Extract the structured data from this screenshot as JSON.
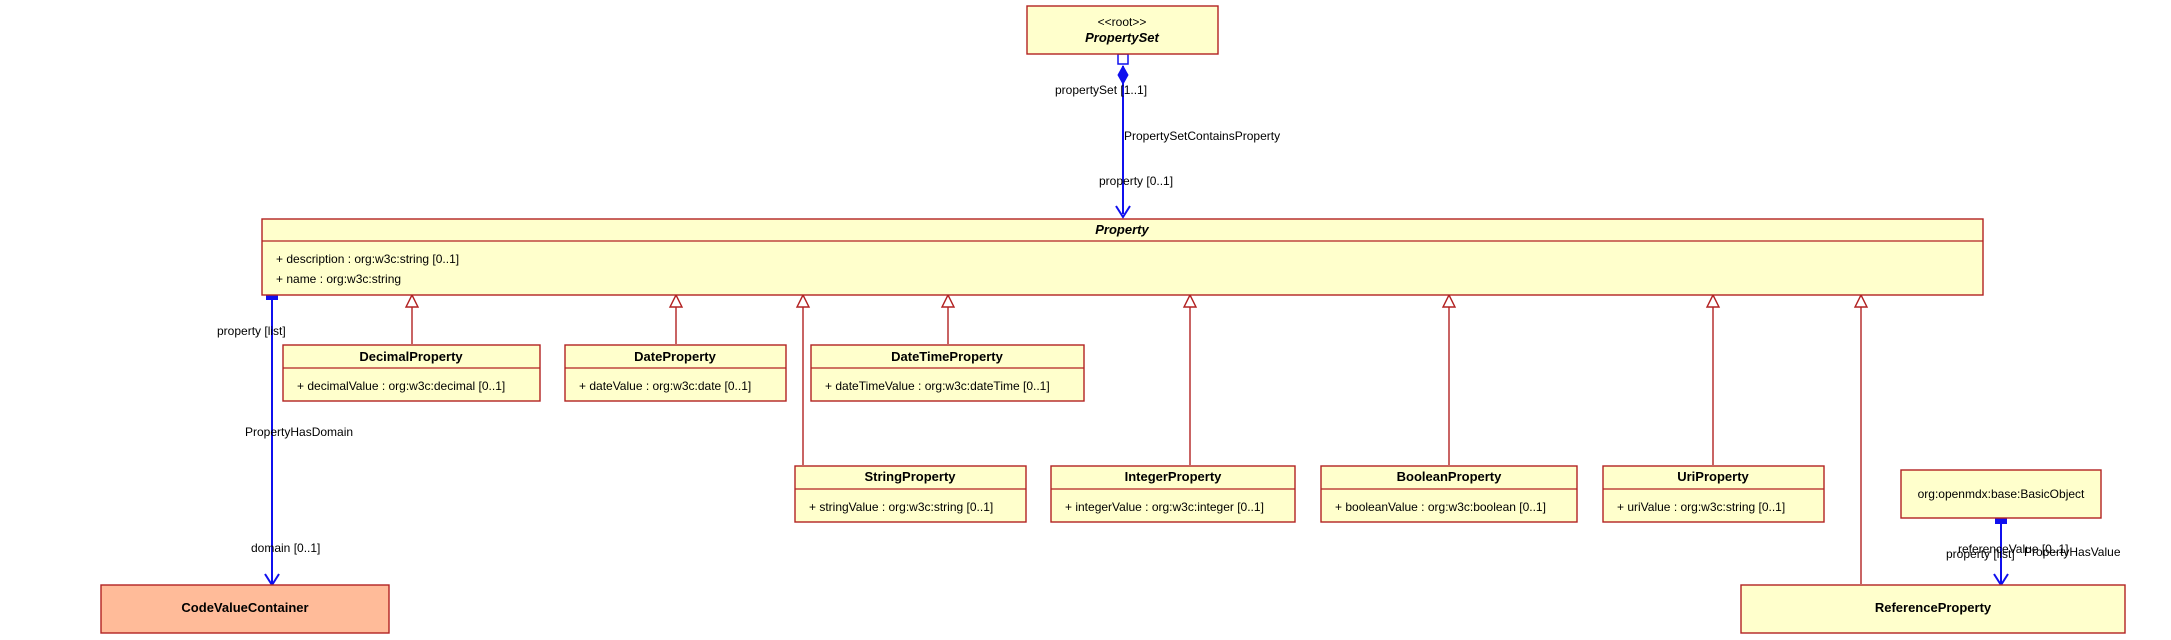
{
  "classes": {
    "property_set": {
      "stereotype": "<<root>>",
      "name": "PropertySet"
    },
    "property": {
      "name": "Property",
      "attributes": [
        "+ description : org:w3c:string [0..1]",
        "+ name : org:w3c:string"
      ]
    },
    "decimal_property": {
      "name": "DecimalProperty",
      "attributes": [
        "+ decimalValue : org:w3c:decimal [0..1]"
      ]
    },
    "date_property": {
      "name": "DateProperty",
      "attributes": [
        "+ dateValue : org:w3c:date [0..1]"
      ]
    },
    "datetime_property": {
      "name": "DateTimeProperty",
      "attributes": [
        "+ dateTimeValue : org:w3c:dateTime [0..1]"
      ]
    },
    "string_property": {
      "name": "StringProperty",
      "attributes": [
        "+ stringValue : org:w3c:string [0..1]"
      ]
    },
    "integer_property": {
      "name": "IntegerProperty",
      "attributes": [
        "+ integerValue : org:w3c:integer [0..1]"
      ]
    },
    "boolean_property": {
      "name": "BooleanProperty",
      "attributes": [
        "+ booleanValue : org:w3c:boolean [0..1]"
      ]
    },
    "uri_property": {
      "name": "UriProperty",
      "attributes": [
        "+ uriValue : org:w3c:string [0..1]"
      ]
    },
    "basic_object": {
      "name": "org:openmdx:base:BasicObject"
    },
    "reference_property": {
      "name": "ReferenceProperty"
    },
    "code_value_container": {
      "name": "CodeValueContainer"
    }
  },
  "associations": {
    "property_set_contains_property": {
      "name": "PropertySetContainsProperty",
      "source_role": "propertySet [1..1]",
      "target_role": "property [0..1]"
    },
    "property_has_domain": {
      "name": "PropertyHasDomain",
      "source_role": "property [list]",
      "target_role": "domain [0..1]"
    },
    "reference_property_has_value": {
      "overlap_label_1": "referenceValue [0..1]",
      "overlap_label_2": "property [list]",
      "name": "PropertyHasValue",
      "name_overlap": "referenceValuePropertyHasValue"
    }
  },
  "colors": {
    "class_fill": "#ffffcc",
    "class_border": "#b22222",
    "highlight_fill": "#ffbb99",
    "association_line": "#1010ee"
  }
}
